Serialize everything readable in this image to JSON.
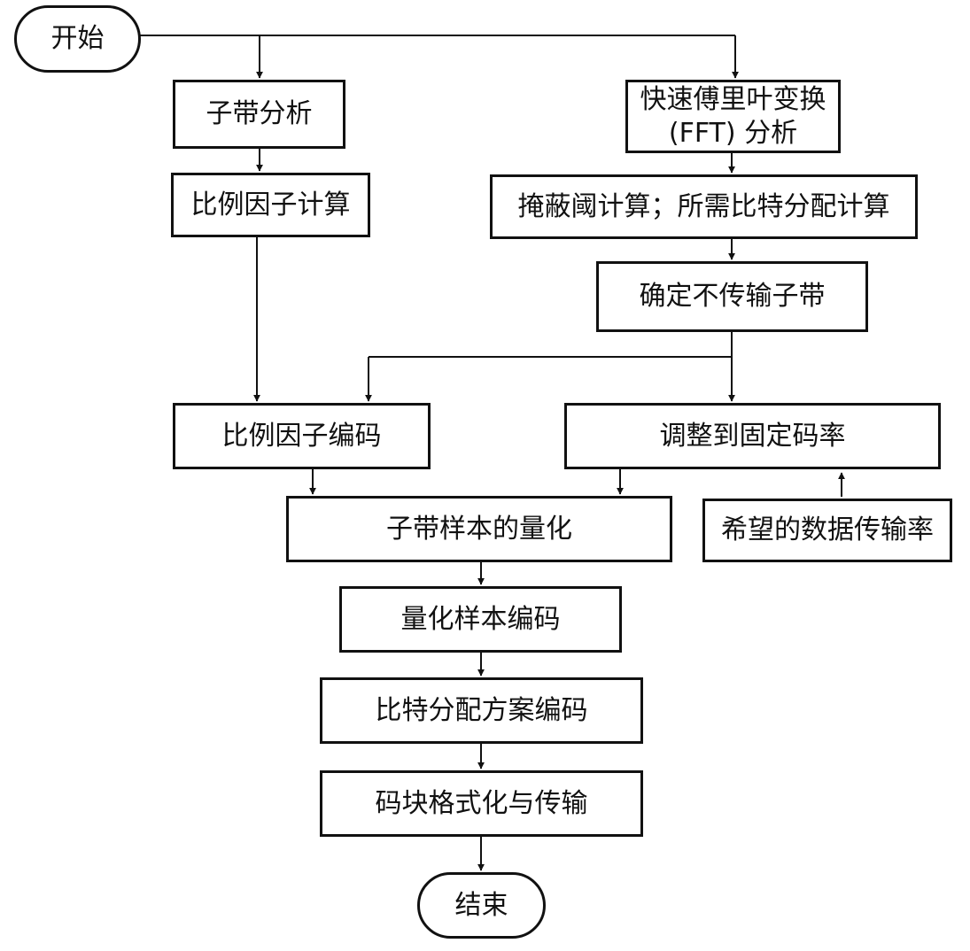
{
  "diagram": {
    "start": "开始",
    "end": "结束",
    "subband_analysis": "子带分析",
    "fft_analysis": "快速傅里叶变换\n(FFT) 分析",
    "scale_factor_calc": "比例因子计算",
    "masking_threshold_calc": "掩蔽阈计算；所需比特分配计算",
    "determine_untransmitted": "确定不传输子带",
    "scale_factor_coding": "比例因子编码",
    "adjust_fixed_rate": "调整到固定码率",
    "desired_rate": "希望的数据传输率",
    "subband_quantization": "子带样本的量化",
    "quantized_sample_coding": "量化样本编码",
    "bit_allocation_coding": "比特分配方案编码",
    "block_format_transmit": "码块格式化与传输"
  },
  "colors": {
    "stroke": "#111111",
    "background": "#ffffff"
  }
}
